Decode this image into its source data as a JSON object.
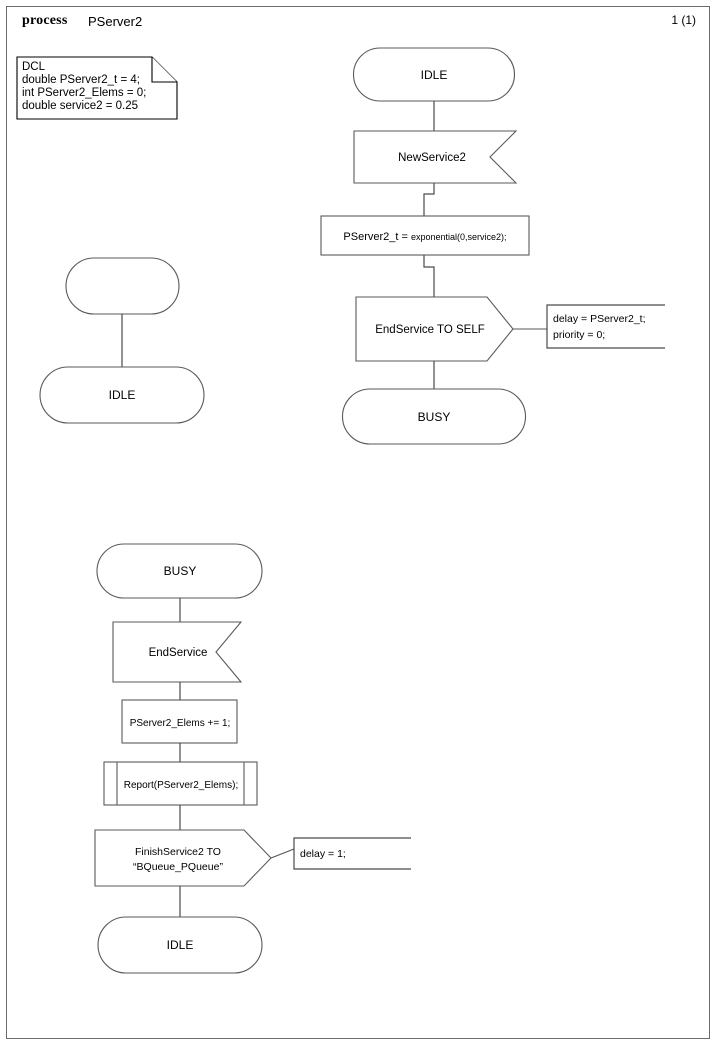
{
  "header": {
    "keyword": "process",
    "name": "PServer2",
    "page_number": "1 (1)"
  },
  "declaration_note": {
    "name": "dcl-note",
    "lines": [
      "DCL",
      "double PServer2_t = 4;",
      "int PServer2_Elems = 0;",
      "double service2 = 0.25"
    ]
  },
  "colors": {
    "symbol_stroke": "#5a5a5a",
    "connector": "#4a4a4a",
    "note_stroke": "#000000",
    "text": "#000000",
    "background": "#ffffff",
    "frame": "#6b6b6b"
  },
  "transitions": [
    {
      "id": "start-transition",
      "nodes": [
        {
          "type": "start",
          "label": ""
        },
        {
          "type": "state",
          "label": "IDLE"
        }
      ]
    },
    {
      "id": "idle-transition",
      "nodes": [
        {
          "type": "state",
          "label": "IDLE"
        },
        {
          "type": "input",
          "label": "NewService2"
        },
        {
          "type": "task",
          "label": "PServer2_t = exponential(0,service2);"
        },
        {
          "type": "output",
          "label": "EndService TO SELF",
          "comment": [
            "delay = PServer2_t;",
            "priority = 0;"
          ]
        },
        {
          "type": "state",
          "label": "BUSY"
        }
      ]
    },
    {
      "id": "busy-transition",
      "nodes": [
        {
          "type": "state",
          "label": "BUSY"
        },
        {
          "type": "input",
          "label": "EndService"
        },
        {
          "type": "task",
          "label": "PServer2_Elems += 1;"
        },
        {
          "type": "procedure-call",
          "label": "Report(PServer2_Elems);"
        },
        {
          "type": "output",
          "label_line1": "FinishService2 TO",
          "label_line2": "“BQueue_PQueue”",
          "comment": [
            "delay = 1;"
          ]
        },
        {
          "type": "state",
          "label": "IDLE"
        }
      ]
    }
  ],
  "task_text_parts": {
    "exp_assign_prefix": "PServer2_t",
    "exp_assign_mid": " = ",
    "exp_assign_suffix": "exponential(0,service2);"
  }
}
